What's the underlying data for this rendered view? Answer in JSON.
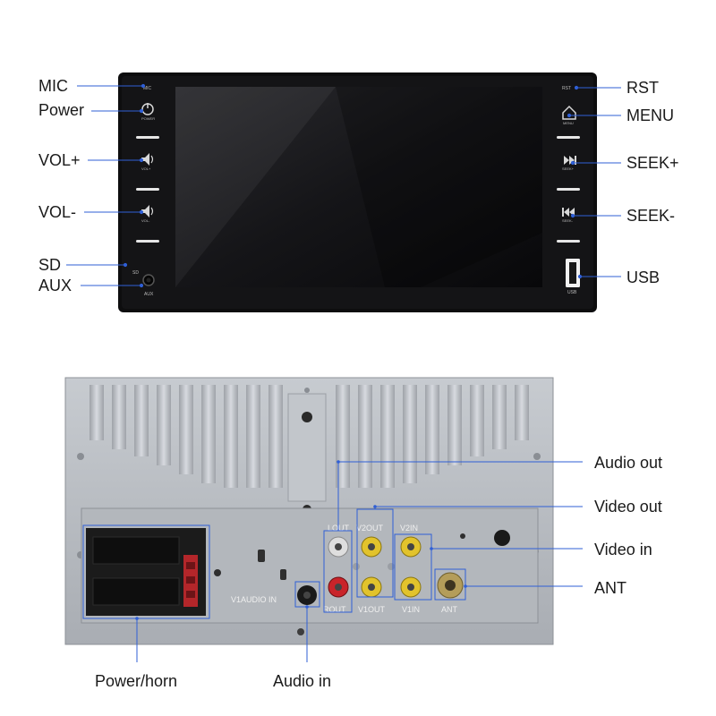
{
  "front_panel": {
    "left_callouts": [
      "MIC",
      "Power",
      "VOL+",
      "VOL-",
      "SD",
      "AUX"
    ],
    "right_callouts": [
      "RST",
      "MENU",
      "SEEK+",
      "SEEK-",
      "USB"
    ],
    "tiny_labels": {
      "mic": "MIC",
      "power": "POWER",
      "volup": "VOL+",
      "voldown": "VOL-",
      "sd": "SD",
      "aux": "AUX",
      "rst": "RST",
      "menu": "MENU",
      "seekup": "SEEK+",
      "seekdown": "SEEK-",
      "usb": "USB"
    }
  },
  "rear_panel": {
    "right_callouts": [
      "Audio out",
      "Video out",
      "Video in",
      "ANT"
    ],
    "bottom_callouts": [
      "Power/horn",
      "Audio in"
    ],
    "port_labels": {
      "lout": "LOUT",
      "v2out": "V2OUT",
      "v2in": "V2IN",
      "rout": "ROUT",
      "v1out": "V1OUT",
      "v1in": "V1IN",
      "ant": "ANT",
      "v1audio": "V1AUDIO IN"
    }
  },
  "colors": {
    "accent_line": "#2f5fd6",
    "device_body": "#111111",
    "screen": "#1c1c1f",
    "metal": "#b8bcc2",
    "rca_red": "#c9242a",
    "rca_yellow": "#e2c32c",
    "rca_white": "#e8e8e8"
  }
}
